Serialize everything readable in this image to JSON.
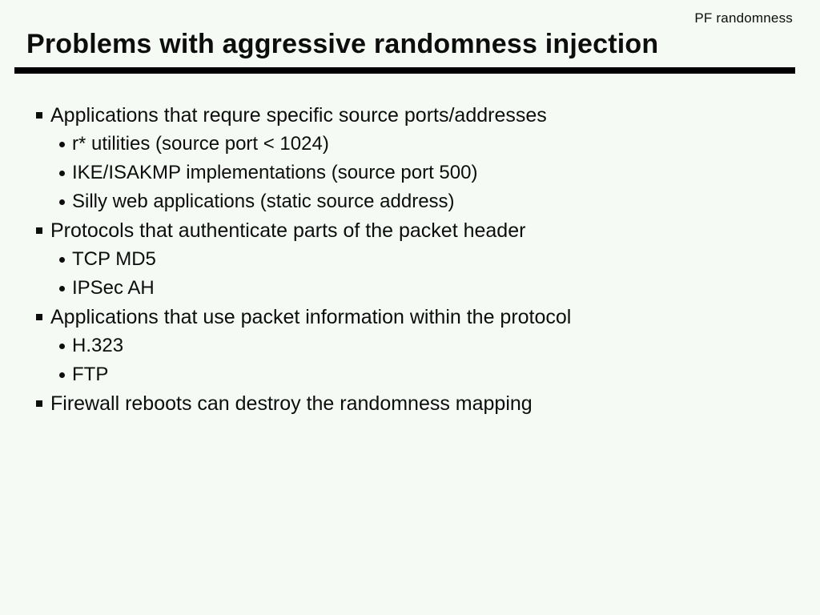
{
  "slide": {
    "corner_label": "PF randomness",
    "title": "Problems with aggressive randomness injection",
    "colors": {
      "background": "#f5faf5",
      "text": "#0d0d0d",
      "rule": "#000000"
    },
    "bullets": [
      {
        "text": "Applications that requre specific source ports/addresses",
        "subs": [
          "r* utilities (source port < 1024)",
          "IKE/ISAKMP implementations (source port 500)",
          "Silly web applications (static source address)"
        ]
      },
      {
        "text": "Protocols that authenticate parts of the packet header",
        "subs": [
          "TCP MD5",
          "IPSec AH"
        ]
      },
      {
        "text": "Applications that use packet information within the protocol",
        "subs": [
          "H.323",
          "FTP"
        ]
      },
      {
        "text": "Firewall reboots can destroy the randomness mapping",
        "subs": []
      }
    ]
  }
}
